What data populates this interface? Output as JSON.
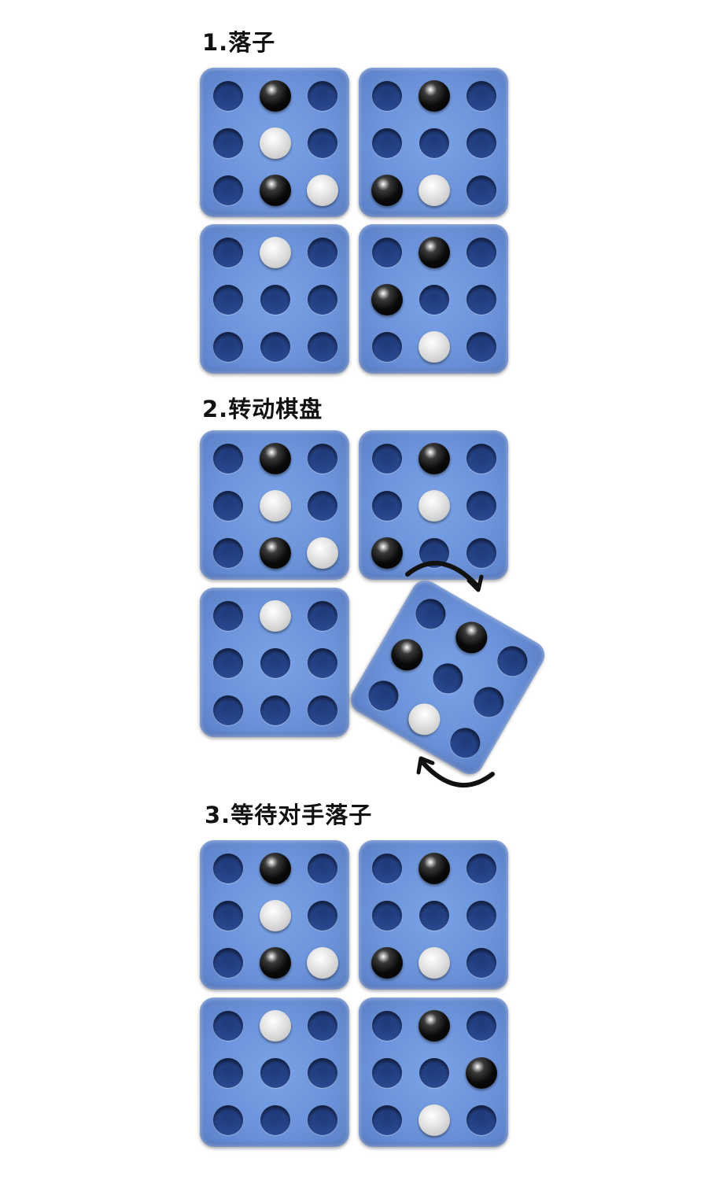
{
  "colors": {
    "board": "#6d94da",
    "hole": "#26448a",
    "black_stone": "#000000",
    "white_stone": "#d0d0d0",
    "title_text": "#111111"
  },
  "steps": [
    {
      "title": "1.落子",
      "boards": [
        {
          "cells": [
            [
              "",
              "black",
              ""
            ],
            [
              "",
              "white",
              ""
            ],
            [
              "",
              "black",
              "white"
            ]
          ]
        },
        {
          "cells": [
            [
              "",
              "black",
              ""
            ],
            [
              "",
              "",
              ""
            ],
            [
              "black",
              "white",
              ""
            ]
          ]
        },
        {
          "cells": [
            [
              "",
              "white",
              ""
            ],
            [
              "",
              "",
              ""
            ],
            [
              "",
              "",
              ""
            ]
          ]
        },
        {
          "cells": [
            [
              "",
              "black",
              ""
            ],
            [
              "black",
              "",
              ""
            ],
            [
              "",
              "white",
              ""
            ]
          ]
        }
      ]
    },
    {
      "title": "2.转动棋盘",
      "boards": [
        {
          "cells": [
            [
              "",
              "black",
              ""
            ],
            [
              "",
              "white",
              ""
            ],
            [
              "",
              "black",
              "white"
            ]
          ]
        },
        {
          "cells": [
            [
              "",
              "black",
              ""
            ],
            [
              "",
              "white",
              ""
            ],
            [
              "black",
              "",
              ""
            ]
          ]
        },
        {
          "cells": [
            [
              "",
              "white",
              ""
            ],
            [
              "",
              "",
              ""
            ],
            [
              "",
              "",
              ""
            ]
          ]
        },
        {
          "cells": [
            [
              "",
              "black",
              ""
            ],
            [
              "black",
              "",
              ""
            ],
            [
              "",
              "white",
              ""
            ]
          ],
          "rotation_deg": 30
        }
      ],
      "rotation_arrows": [
        "rotate-arrow-top",
        "rotate-arrow-bottom"
      ]
    },
    {
      "title": "3.等待对手落子",
      "boards": [
        {
          "cells": [
            [
              "",
              "black",
              ""
            ],
            [
              "",
              "white",
              ""
            ],
            [
              "",
              "black",
              "white"
            ]
          ]
        },
        {
          "cells": [
            [
              "",
              "black",
              ""
            ],
            [
              "",
              "",
              ""
            ],
            [
              "black",
              "white",
              ""
            ]
          ]
        },
        {
          "cells": [
            [
              "",
              "white",
              ""
            ],
            [
              "",
              "",
              ""
            ],
            [
              "",
              "",
              ""
            ]
          ]
        },
        {
          "cells": [
            [
              "",
              "black",
              ""
            ],
            [
              "",
              "",
              "black"
            ],
            [
              "",
              "white",
              ""
            ]
          ]
        }
      ]
    }
  ]
}
